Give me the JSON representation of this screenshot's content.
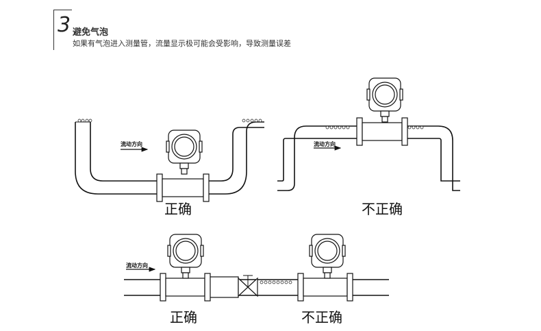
{
  "header": {
    "step_number": "3",
    "title": "避免气泡",
    "subtitle": "如果有气泡进入测量管，流量显示极可能会受影响，导致测量误差"
  },
  "diagrams": [
    {
      "label": "正确",
      "flow_label": "流动方向"
    },
    {
      "label": "不正确",
      "flow_label": "流动方向"
    },
    {
      "label": "正确",
      "flow_label": "流动方向"
    },
    {
      "label": "不正确"
    }
  ]
}
